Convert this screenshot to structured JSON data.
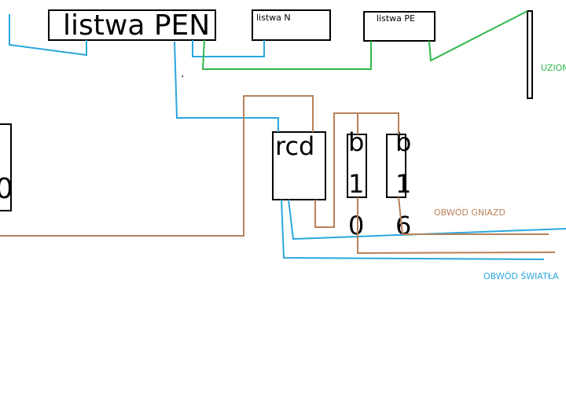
{
  "labels": {
    "pen_bar": "listwa PEN",
    "n_bar": "listwa N",
    "pe_bar": "listwa PE",
    "ground": "UZIOM",
    "rcd": "rcd",
    "breaker_1_lines": [
      "b",
      "1",
      "0"
    ],
    "breaker_2_lines": [
      "b",
      "1",
      "6"
    ],
    "left_device_digit": "0",
    "socket_circuit": "OBWÓD GNIAZD",
    "light_circuit": "OBWÓD ŚWIATŁA",
    "dot": "."
  },
  "colors": {
    "blue_wire": "#2aa7dd",
    "green_wire": "#30b74a",
    "brown_wire": "#b8825a",
    "outline": "#000000",
    "socket_label": "#b8825a",
    "light_label": "#2aa7dd",
    "ground_label": "#30b74a"
  }
}
